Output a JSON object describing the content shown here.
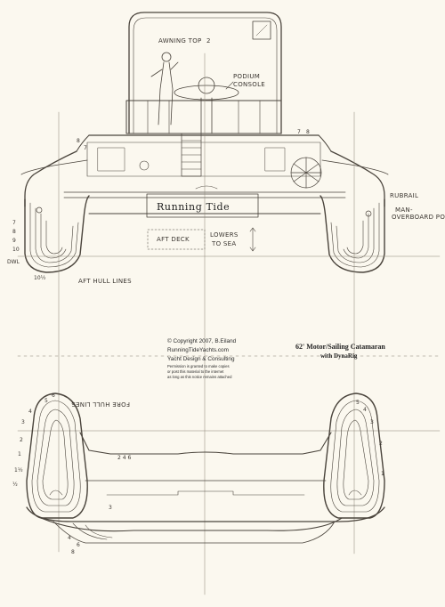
{
  "drawing": {
    "title": "62' Motor/Sailing Catamaran",
    "subtitle": "with DynaRig",
    "boat_name": "Running Tide"
  },
  "labels": {
    "awning_top": "AWNING TOP",
    "podium_line1": "PODIUM",
    "podium_line2": "CONSOLE",
    "rubrail": "RUBRAIL",
    "poles_line1": "MAN-",
    "poles_line2": "OVERBOARD POLES",
    "aft_deck": "AFT DECK",
    "lowers_line1": "LOWERS",
    "lowers_line2": "TO SEA",
    "aft_hull_lines": "AFT HULL LINES",
    "fore_hull_lines": "FORE HULL LINES",
    "dwl": "DWL"
  },
  "station_numbers": {
    "aft_left": [
      "7",
      "8",
      "9",
      "10",
      "10½"
    ],
    "top_left": [
      "8",
      "7"
    ],
    "top_right": [
      "7",
      "8"
    ],
    "fore_left": [
      "6",
      "5",
      "4",
      "3",
      "2",
      "1",
      "1½",
      "½"
    ],
    "fore_right": [
      "5",
      "4",
      "3",
      "2",
      "1"
    ],
    "fore_center": [
      "2 4 6",
      "3"
    ],
    "fore_bottom": [
      "4",
      "6",
      "8"
    ],
    "awning_mark": "2"
  },
  "copyright": {
    "line1": "© Copyright 2007, B.Eiland",
    "line2": "RunningTideYachts.com",
    "line3": "Yacht Design & Consulting",
    "line4": "Permission is granted to make copies",
    "line5": "or post this material to the internet",
    "line6": "as long as this notice remains attached"
  }
}
